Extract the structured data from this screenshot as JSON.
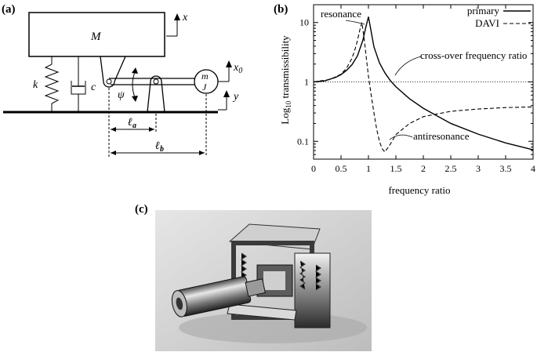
{
  "panels": {
    "a": "(a)",
    "b": "(b)",
    "c": "(c)"
  },
  "diagram": {
    "mass": "M",
    "x": "x",
    "k": "k",
    "c": "c",
    "psi": "ψ",
    "m": "m",
    "J": "J",
    "x0": "x",
    "x0_sub": "0",
    "y": "y",
    "la": "ℓ",
    "la_sub": "a",
    "lb": "ℓ",
    "lb_sub": "b"
  },
  "chart_data": {
    "type": "line",
    "xlabel": "frequency ratio",
    "ylabel_prefix": "Log",
    "ylabel_sub": "10",
    "ylabel_rest": " transmissibility",
    "xlim": [
      0,
      4
    ],
    "ylim_log10": [
      -1.3,
      1.3
    ],
    "y_scale": "log",
    "x_ticks": [
      "0",
      "0.5",
      "1",
      "1.5",
      "2",
      "2.5",
      "3",
      "3.5",
      "4"
    ],
    "y_ticks": [
      {
        "value": 10,
        "label": "10"
      },
      {
        "value": 1,
        "label": "1"
      },
      {
        "value": 0.1,
        "label": "0.1"
      }
    ],
    "reference_line": 1,
    "legend_position": "top-right",
    "series": [
      {
        "name": "primary",
        "style": "solid",
        "color": "#000000",
        "x": [
          0,
          0.2,
          0.4,
          0.5,
          0.6,
          0.7,
          0.8,
          0.9,
          0.95,
          1.0,
          1.05,
          1.1,
          1.2,
          1.3,
          1.4,
          1.5,
          1.75,
          2.0,
          2.5,
          3.0,
          3.5,
          4.0
        ],
        "y": [
          1.0,
          1.04,
          1.19,
          1.33,
          1.56,
          1.95,
          2.75,
          5.1,
          8.2,
          12.5,
          7.0,
          3.9,
          2.1,
          1.42,
          1.05,
          0.83,
          0.52,
          0.36,
          0.2,
          0.132,
          0.094,
          0.072
        ]
      },
      {
        "name": "DAVI",
        "style": "dashed",
        "color": "#000000",
        "x": [
          0,
          0.3,
          0.5,
          0.6,
          0.7,
          0.75,
          0.8,
          0.85,
          0.88,
          0.92,
          0.96,
          1.0,
          1.05,
          1.1,
          1.15,
          1.2,
          1.25,
          1.3,
          1.4,
          1.5,
          1.75,
          2.0,
          2.5,
          3.0,
          3.5,
          4.0
        ],
        "y": [
          1.0,
          1.1,
          1.35,
          1.7,
          2.5,
          3.4,
          5.0,
          8.0,
          10.0,
          5.5,
          2.6,
          1.25,
          0.6,
          0.3,
          0.16,
          0.1,
          0.075,
          0.066,
          0.09,
          0.13,
          0.2,
          0.26,
          0.32,
          0.35,
          0.37,
          0.38
        ]
      }
    ],
    "annotations": [
      {
        "text": "resonance"
      },
      {
        "text": "cross-over frequency ratio"
      },
      {
        "text": "antiresonance"
      }
    ]
  }
}
